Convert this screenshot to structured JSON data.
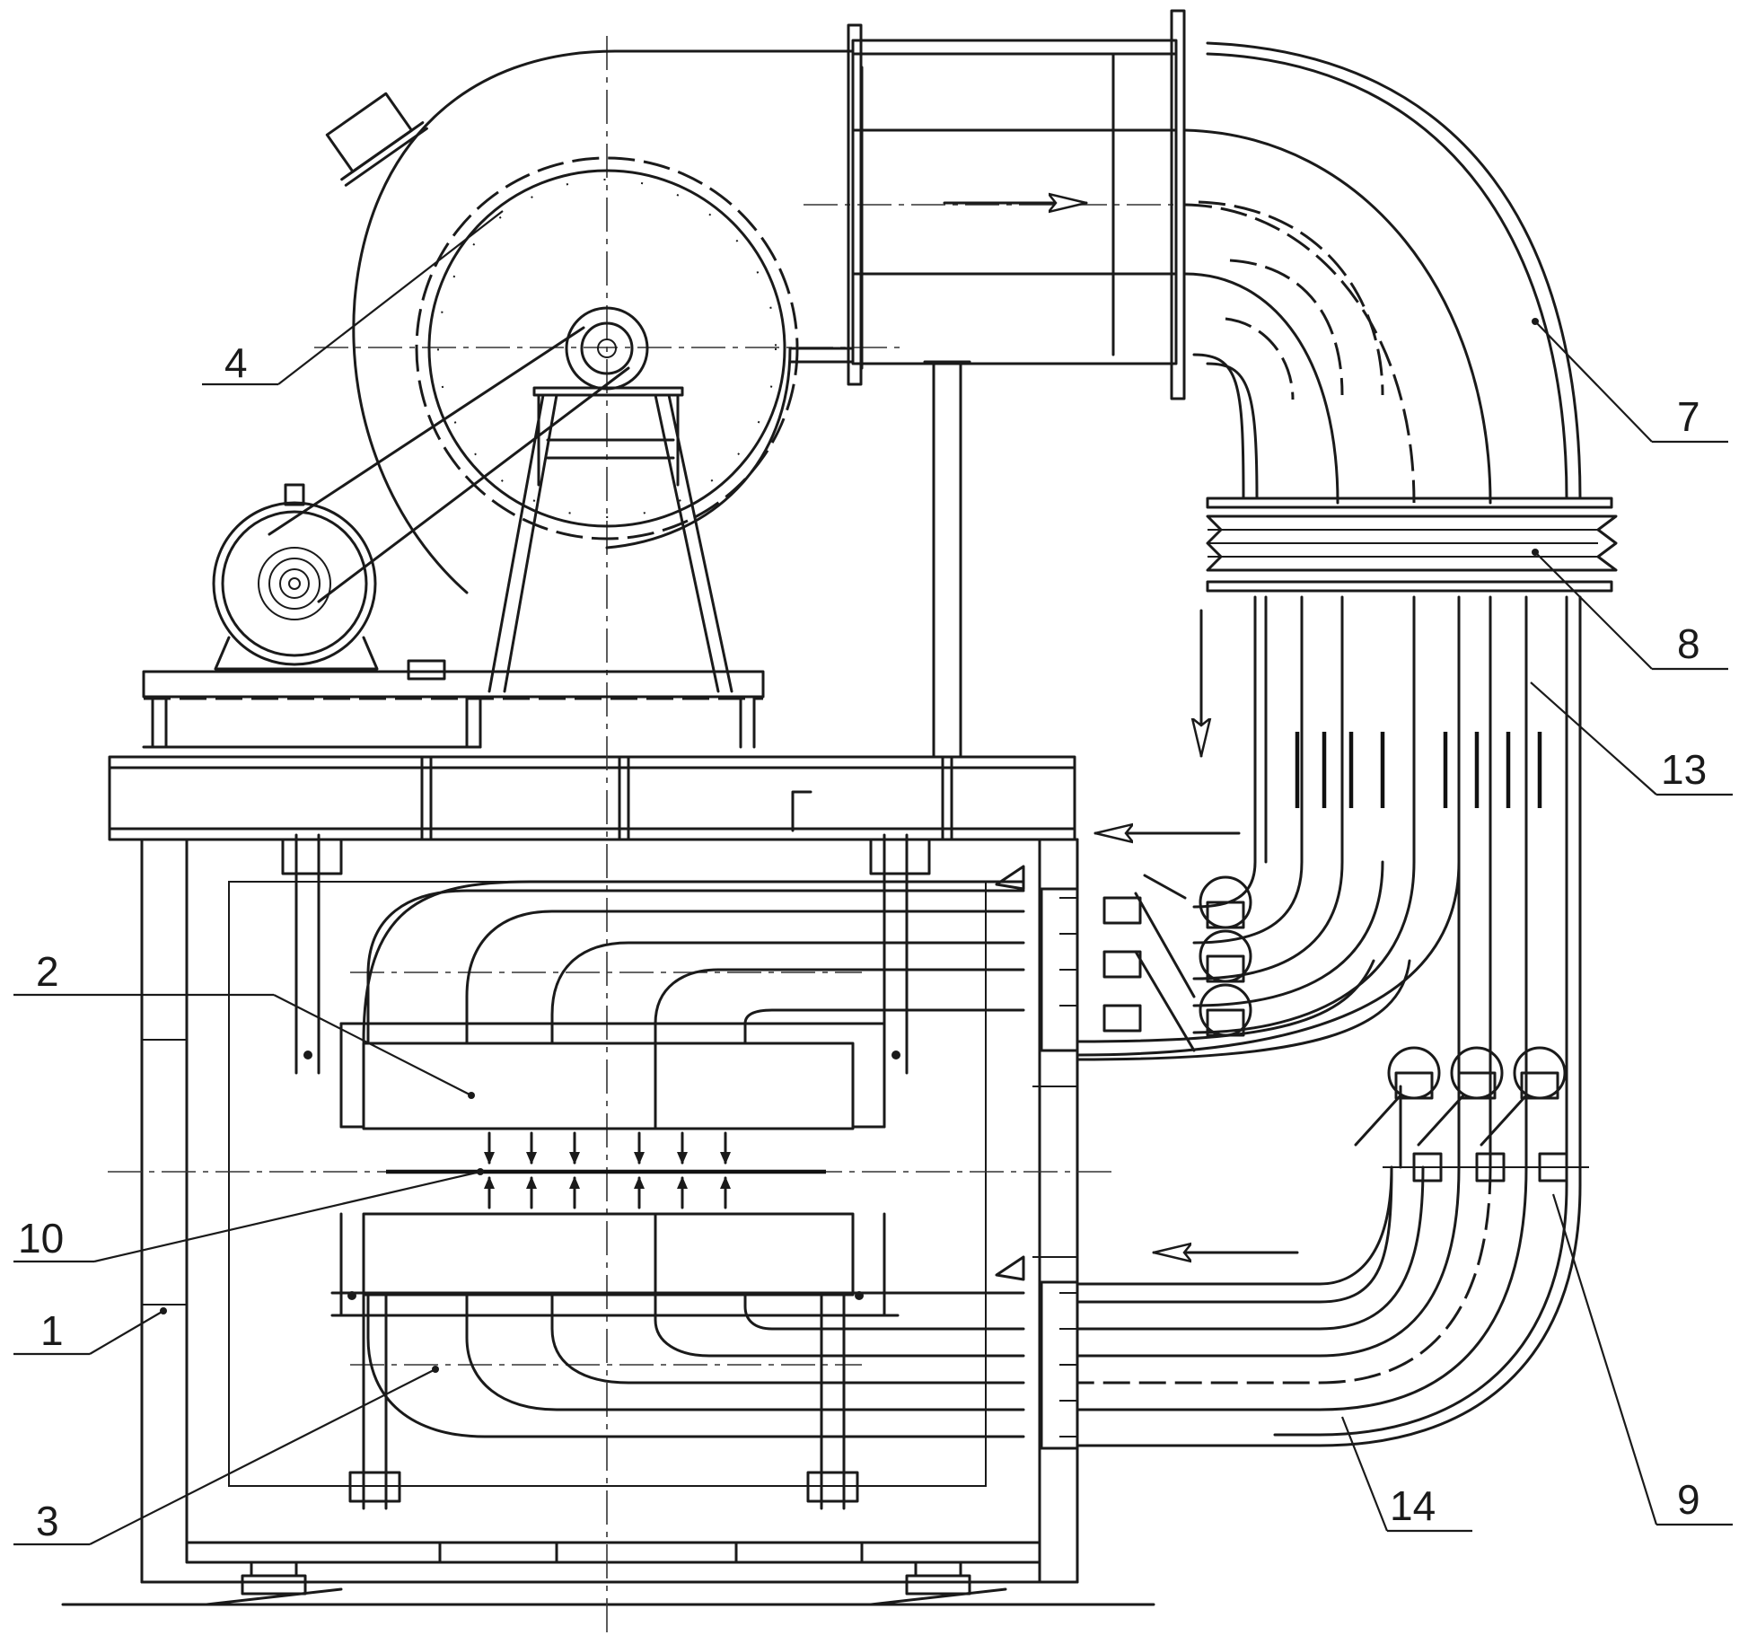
{
  "labels": {
    "l1": "1",
    "l2": "2",
    "l3": "3",
    "l4": "4",
    "l7": "7",
    "l8": "8",
    "l9": "9",
    "l10": "10",
    "l13": "13",
    "l14": "14"
  },
  "colors": {
    "ink": "#1a1a1a",
    "paper": "#ffffff"
  }
}
